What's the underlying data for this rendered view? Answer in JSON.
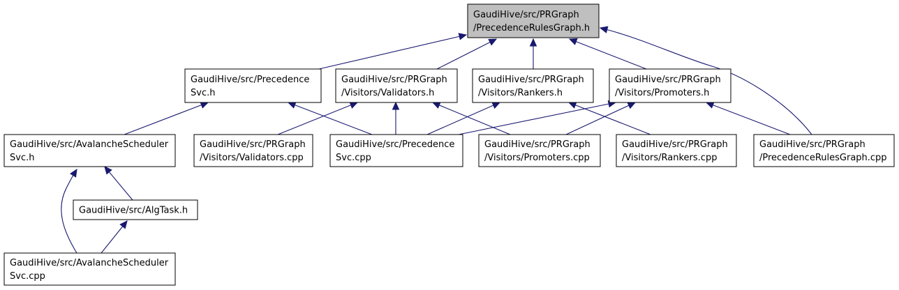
{
  "colors": {
    "node_fill": "#ffffff",
    "highlight_fill": "#bfbfbf",
    "node_border": "#000000",
    "edge": "#191970"
  },
  "nodes": [
    {
      "id": "prg_h",
      "lines": [
        "GaudiHive/src/PRGraph",
        "/PrecedenceRulesGraph.h"
      ],
      "highlight": true
    },
    {
      "id": "psvc_h",
      "lines": [
        "GaudiHive/src/Precedence",
        "Svc.h"
      ]
    },
    {
      "id": "val_h",
      "lines": [
        "GaudiHive/src/PRGraph",
        "/Visitors/Validators.h"
      ]
    },
    {
      "id": "rank_h",
      "lines": [
        "GaudiHive/src/PRGraph",
        "/Visitors/Rankers.h"
      ]
    },
    {
      "id": "prom_h",
      "lines": [
        "GaudiHive/src/PRGraph",
        "/Visitors/Promoters.h"
      ]
    },
    {
      "id": "aval_h",
      "lines": [
        "GaudiHive/src/AvalancheScheduler",
        "Svc.h"
      ]
    },
    {
      "id": "val_cpp",
      "lines": [
        "GaudiHive/src/PRGraph",
        "/Visitors/Validators.cpp"
      ]
    },
    {
      "id": "psvc_cpp",
      "lines": [
        "GaudiHive/src/Precedence",
        "Svc.cpp"
      ]
    },
    {
      "id": "prom_cpp",
      "lines": [
        "GaudiHive/src/PRGraph",
        "/Visitors/Promoters.cpp"
      ]
    },
    {
      "id": "rank_cpp",
      "lines": [
        "GaudiHive/src/PRGraph",
        "/Visitors/Rankers.cpp"
      ]
    },
    {
      "id": "prg_cpp",
      "lines": [
        "GaudiHive/src/PRGraph",
        "/PrecedenceRulesGraph.cpp"
      ]
    },
    {
      "id": "alg_h",
      "lines": [
        "GaudiHive/src/AlgTask.h"
      ]
    },
    {
      "id": "aval_cpp",
      "lines": [
        "GaudiHive/src/AvalancheScheduler",
        "Svc.cpp"
      ]
    }
  ],
  "edges": [
    {
      "from": "psvc_h",
      "to": "prg_h"
    },
    {
      "from": "val_h",
      "to": "prg_h"
    },
    {
      "from": "rank_h",
      "to": "prg_h"
    },
    {
      "from": "prom_h",
      "to": "prg_h"
    },
    {
      "from": "prg_cpp",
      "to": "prg_h"
    },
    {
      "from": "aval_h",
      "to": "psvc_h"
    },
    {
      "from": "psvc_cpp",
      "to": "psvc_h"
    },
    {
      "from": "val_cpp",
      "to": "val_h"
    },
    {
      "from": "psvc_cpp",
      "to": "val_h"
    },
    {
      "from": "prom_cpp",
      "to": "val_h"
    },
    {
      "from": "psvc_cpp",
      "to": "rank_h"
    },
    {
      "from": "rank_cpp",
      "to": "rank_h"
    },
    {
      "from": "psvc_cpp",
      "to": "prom_h"
    },
    {
      "from": "prom_cpp",
      "to": "prom_h"
    },
    {
      "from": "prg_cpp",
      "to": "prom_h"
    },
    {
      "from": "alg_h",
      "to": "aval_h"
    },
    {
      "from": "aval_cpp",
      "to": "aval_h"
    },
    {
      "from": "aval_cpp",
      "to": "alg_h"
    }
  ]
}
